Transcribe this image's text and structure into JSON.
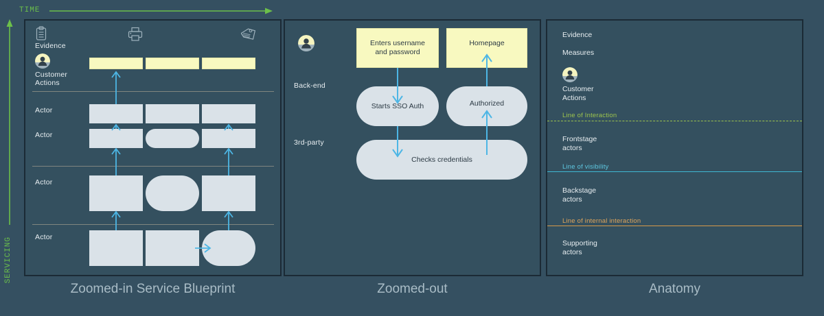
{
  "axes": {
    "time_label": "TIME",
    "servicing_label": "SERVICING",
    "axis_color": "#6cc04a"
  },
  "captions": {
    "zoomed_in": "Zoomed-in Service Blueprint",
    "zoomed_out": "Zoomed-out",
    "anatomy": "Anatomy"
  },
  "colors": {
    "background": "#355061",
    "panel": "#34505f",
    "panel_border": "#1b2a35",
    "node_yellow": "#f8f9c0",
    "node_gray": "#dae2e8",
    "arrow_blue": "#4db6e5",
    "divider": "#8f8f86",
    "line_of_interaction": "#9dc44d",
    "line_of_visibility": "#3fb8d4",
    "line_of_internal_interaction": "#d79a4a"
  },
  "panel_zoomed_in": {
    "icons": [
      {
        "name": "clipboard-icon"
      },
      {
        "name": "printer-icon"
      },
      {
        "name": "price-tag-icon"
      }
    ],
    "labels": {
      "evidence": "Evidence",
      "customer_actions": "Customer\nActions",
      "actor": "Actor"
    },
    "swimlanes": [
      {
        "label": "Evidence"
      },
      {
        "label": "Customer\nActions"
      },
      {
        "label": "Actor"
      },
      {
        "label": "Actor"
      },
      {
        "label": "Actor"
      },
      {
        "label": "Actor"
      }
    ],
    "nodes": {
      "customer_action_row": [
        "",
        "",
        ""
      ],
      "actor_row_1": [
        "",
        "",
        ""
      ],
      "actor_row_2": [
        "",
        "",
        ""
      ],
      "actor_row_3": [
        "",
        "",
        ""
      ],
      "actor_row_4": [
        "",
        "",
        ""
      ]
    }
  },
  "panel_zoomed_out": {
    "avatar_icon": "customer-avatar-icon",
    "lane_labels": [
      {
        "label": "Back-end"
      },
      {
        "label": "3rd-party"
      }
    ],
    "nodes": [
      {
        "id": "enters-credentials",
        "text": "Enters username\nand password",
        "shape": "rect",
        "color": "yellow"
      },
      {
        "id": "homepage",
        "text": "Homepage",
        "shape": "rect",
        "color": "yellow"
      },
      {
        "id": "starts-sso-auth",
        "text": "Starts SSO Auth",
        "shape": "pill",
        "color": "gray"
      },
      {
        "id": "authorized",
        "text": "Authorized",
        "shape": "pill",
        "color": "gray"
      },
      {
        "id": "checks-credentials",
        "text": "Checks credentials",
        "shape": "pill",
        "color": "gray"
      }
    ]
  },
  "panel_anatomy": {
    "rows": [
      {
        "id": "evidence",
        "text": "Evidence"
      },
      {
        "id": "measures",
        "text": "Measures"
      },
      {
        "id": "customer-actions",
        "text": "Customer\nActions"
      },
      {
        "id": "frontstage-actors",
        "text": "Frontstage\nactors"
      },
      {
        "id": "backstage-actors",
        "text": "Backstage\nactors"
      },
      {
        "id": "supporting-actors",
        "text": "Supporting\nactors"
      }
    ],
    "avatar_icon": "customer-avatar-icon",
    "lines": [
      {
        "id": "line-of-interaction",
        "label": "Line of Interaction",
        "style": "dashed",
        "color": "#9dc44d"
      },
      {
        "id": "line-of-visibility",
        "label": "Line of visibility",
        "style": "solid",
        "color": "#3fb8d4"
      },
      {
        "id": "line-of-internal-interaction",
        "label": "Line of internal interaction",
        "style": "solid",
        "color": "#d79a4a"
      }
    ]
  }
}
